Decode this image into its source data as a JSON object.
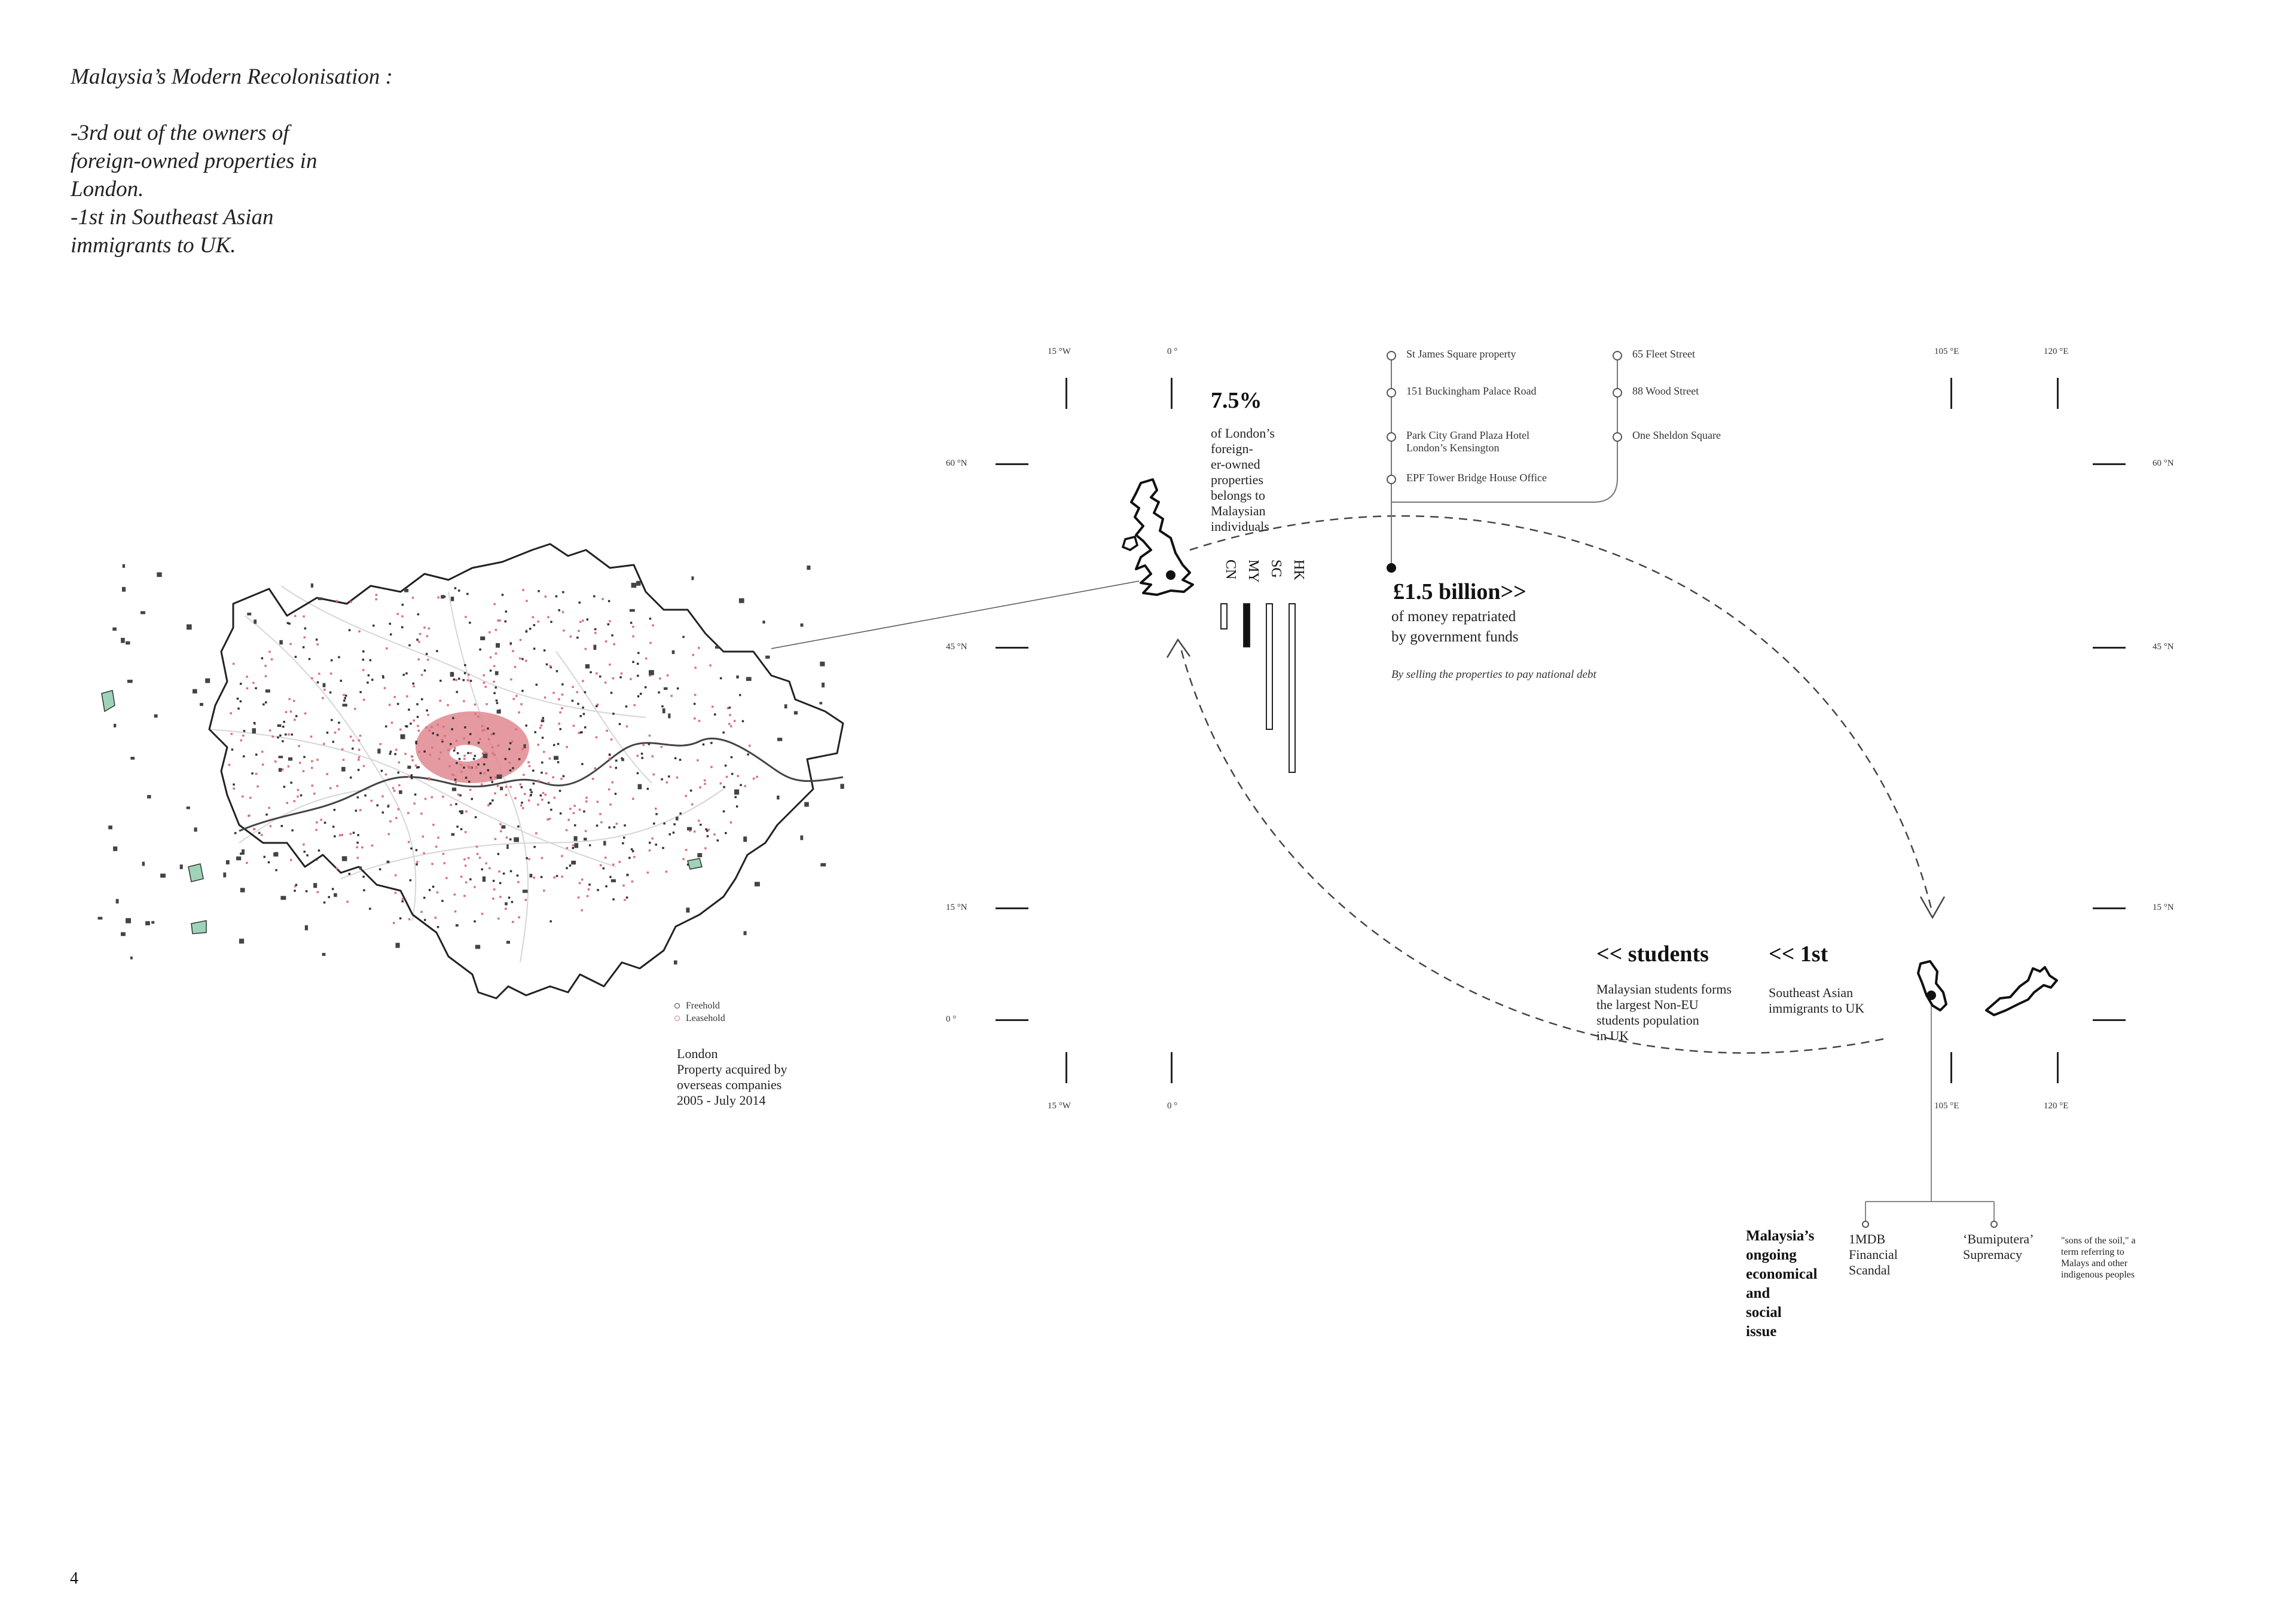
{
  "title": {
    "heading": "Malaysia’s Modern Recolonisation :",
    "bullet1_dash": "-",
    "bullet1_line1": "3rd out of the owners of",
    "bullet1_line2": "foreign-owned properties in",
    "bullet1_line3": "London.",
    "bullet2_dash": "-",
    "bullet2_line1": "1st in Southeast Asian",
    "bullet2_line2": "immigrants to UK."
  },
  "map": {
    "legend_freehold": "Freehold",
    "legend_leasehold": "Leasehold",
    "caption_line1": "London",
    "caption_line2": "Property acquired by",
    "caption_line3": "overseas companies",
    "caption_line4": "2005 - July 2014",
    "colors": {
      "leasehold": "#d9707c",
      "freehold": "#333333",
      "park": "#9fd3b8",
      "boundary": "#222222"
    }
  },
  "coords": {
    "top_15w": "15 °W",
    "top_0": "0 °",
    "top_105e": "105 °E",
    "top_120e": "120 °E",
    "bottom_15w": "15 °W",
    "bottom_0": "0 °",
    "bottom_105e": "105 °E",
    "bottom_120e": "120 °E",
    "left_60n": "60 °N",
    "left_45n": "45 °N",
    "left_15n": "15 °N",
    "left_0": "0 °",
    "right_60n": "60 °N",
    "right_45n": "45 °N",
    "right_15n": "15 °N"
  },
  "ownership": {
    "percent": "7.5%",
    "line1": "of London’s",
    "line2": "foreign-",
    "line3": "er-owned",
    "line4": "properties",
    "line5": "belongs to",
    "line6": "Malaysian",
    "line7": "individuals"
  },
  "chart_data": {
    "type": "bar",
    "title": "",
    "xlabel": "",
    "ylabel": "",
    "categories": [
      "CN",
      "MY",
      "SG",
      "HK"
    ],
    "values": [
      7,
      12,
      35,
      47
    ],
    "highlight": "MY",
    "colors": {
      "default": "#ffffff",
      "highlight": "#111111",
      "stroke": "#222222"
    }
  },
  "properties": {
    "left": [
      {
        "line1": "St James Square property",
        "line2": ""
      },
      {
        "line1": "151 Buckingham Palace Road",
        "line2": ""
      },
      {
        "line1": "Park City Grand Plaza Hotel",
        "line2": "London’s Kensington"
      },
      {
        "line1": "EPF Tower Bridge House Office",
        "line2": ""
      }
    ],
    "right": [
      {
        "line1": "65 Fleet Street"
      },
      {
        "line1": "88 Wood Street"
      },
      {
        "line1": "One Sheldon Square"
      }
    ]
  },
  "funds": {
    "amount": "£1.5 billion>>",
    "line1": "of  money repatriated",
    "line2": "by government funds",
    "note": "By selling the properties to pay national debt"
  },
  "students": {
    "heading": "<< students",
    "line1": "Malaysian students forms",
    "line2": "the largest Non-EU",
    "line3": "students population",
    "line4": "in UK"
  },
  "first": {
    "heading": "<< 1st",
    "line1": "Southeast Asian",
    "line2": "immigrants to UK"
  },
  "issues": {
    "heading_line1": "Malaysia’s",
    "heading_line2": "ongoing",
    "heading_line3": "economical",
    "heading_line4": "and",
    "heading_line5": "social",
    "heading_line6": "issue",
    "item1_line1": "1MDB",
    "item1_line2": "Financial",
    "item1_line3": "Scandal",
    "item2_line1": "‘Bumiputera’",
    "item2_line2": "Supremacy",
    "note_line1": "\"sons of the soil,\" a",
    "note_line2": "term referring to",
    "note_line3": "Malays and other",
    "note_line4": "indigenous peoples"
  },
  "page_number": "4"
}
